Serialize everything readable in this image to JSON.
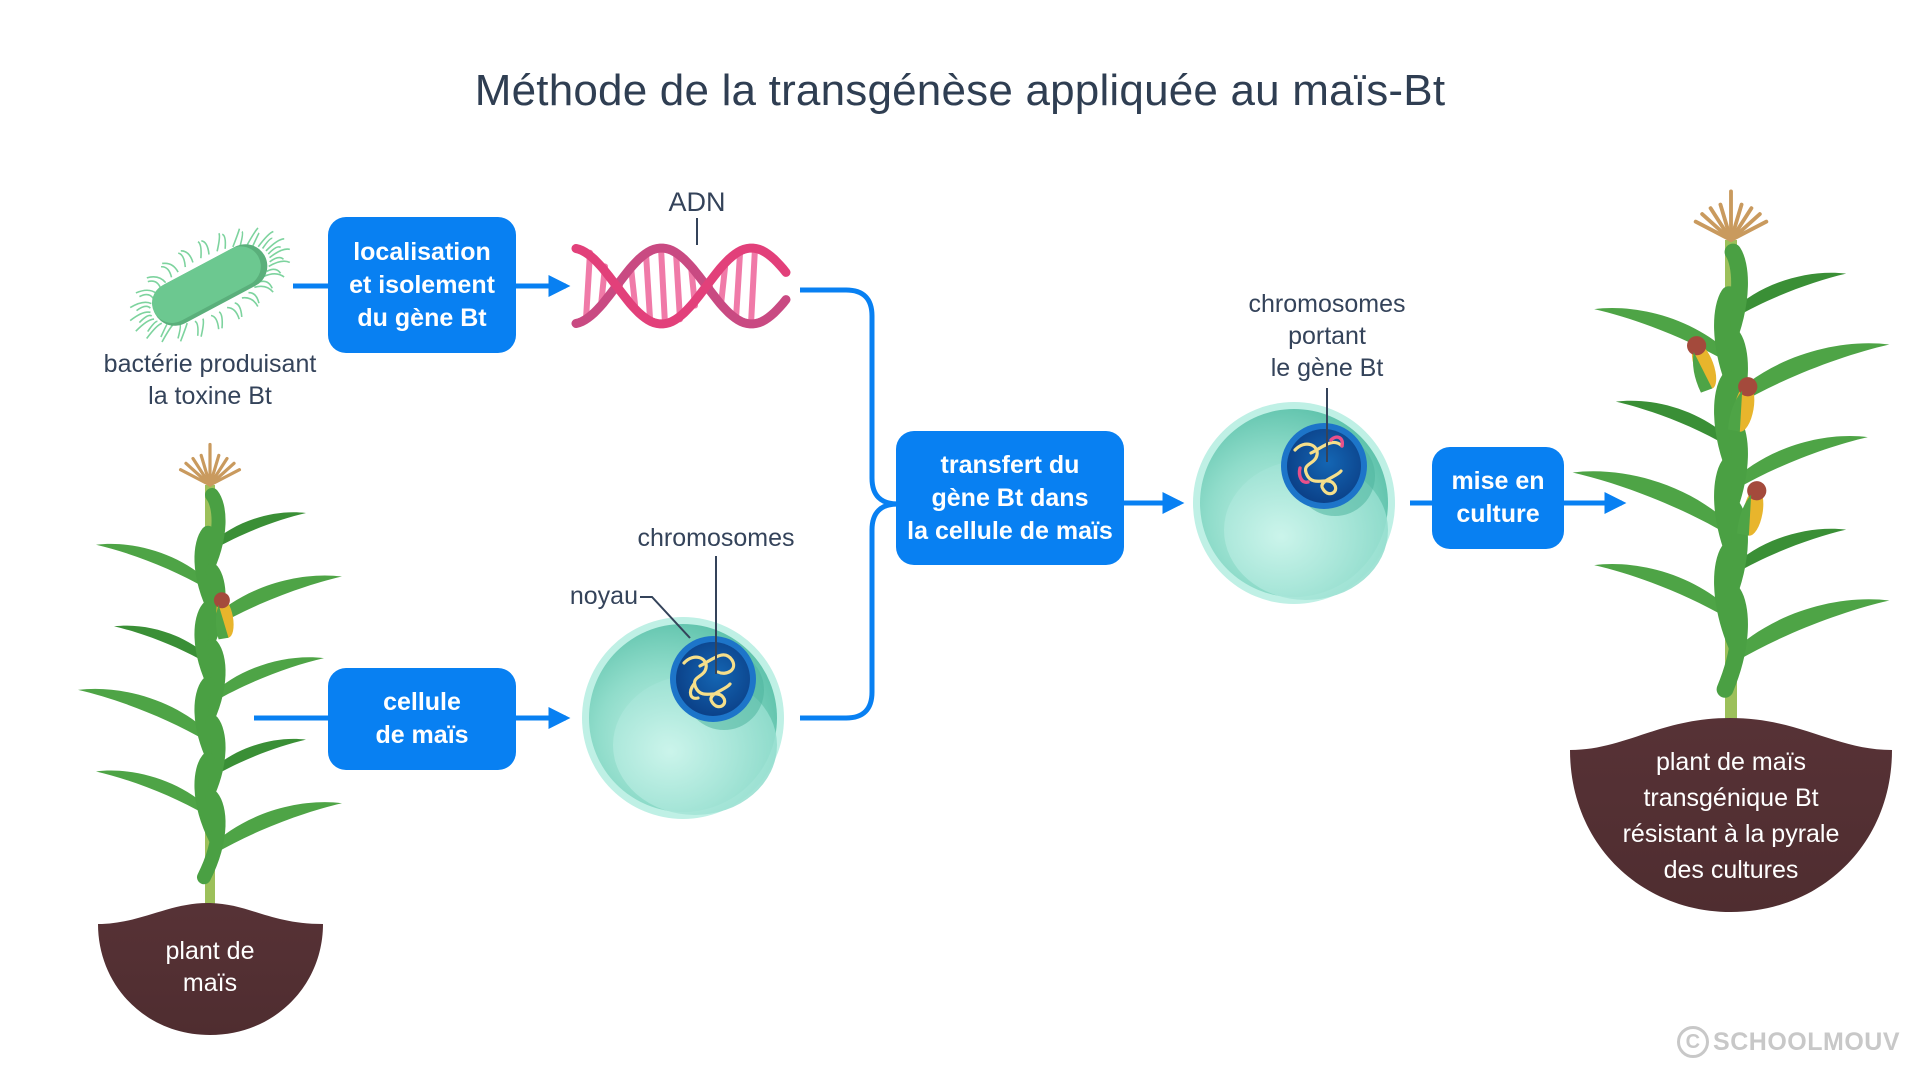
{
  "title": "Méthode de la transgénèse appliquée au maïs-Bt",
  "colors": {
    "box_blue": "#0880f2",
    "connector_blue": "#0880f2",
    "text_dark": "#34435a",
    "soil_brown": "#533033",
    "cell_teal": "#6fd1bd",
    "nucleus_blue": "#0d4d9a",
    "chromosome_yellow": "#f7e08a",
    "bt_gene_pink": "#e8508a",
    "dna_pink": "#e45590",
    "bacteria_green": "#66c48c",
    "leaf_green": "#3f9a3a",
    "tassel_brown": "#c99a5e"
  },
  "icons": {
    "bacteria": "bacteria-icon",
    "dna": "dna-helix-icon",
    "cell": "cell-icon",
    "nucleus": "nucleus-icon",
    "corn_plant": "corn-plant-icon",
    "arrow": "arrow-right-icon"
  },
  "nodes": {
    "bacteria_label": [
      "bactérie produisant",
      "la toxine Bt"
    ],
    "dna_label": "ADN",
    "step_isolation": [
      "localisation",
      "et isolement",
      "du gène Bt"
    ],
    "step_cell": [
      "cellule",
      "de maïs"
    ],
    "nucleus_label": "noyau",
    "chromosomes_label": "chromosomes",
    "step_transfer": [
      "transfert du",
      "gène Bt dans",
      "la cellule de maïs"
    ],
    "transgenic_chromosomes_label": [
      "chromosomes",
      "portant",
      "le gène Bt"
    ],
    "step_culture": [
      "mise en",
      "culture"
    ],
    "plant_label": [
      "plant de",
      "maïs"
    ],
    "result_label": [
      "plant de maïs",
      "transgénique Bt",
      "résistant à la pyrale",
      "des cultures"
    ]
  },
  "watermark": {
    "symbol": "C",
    "text": "SCHOOLMOUV"
  }
}
